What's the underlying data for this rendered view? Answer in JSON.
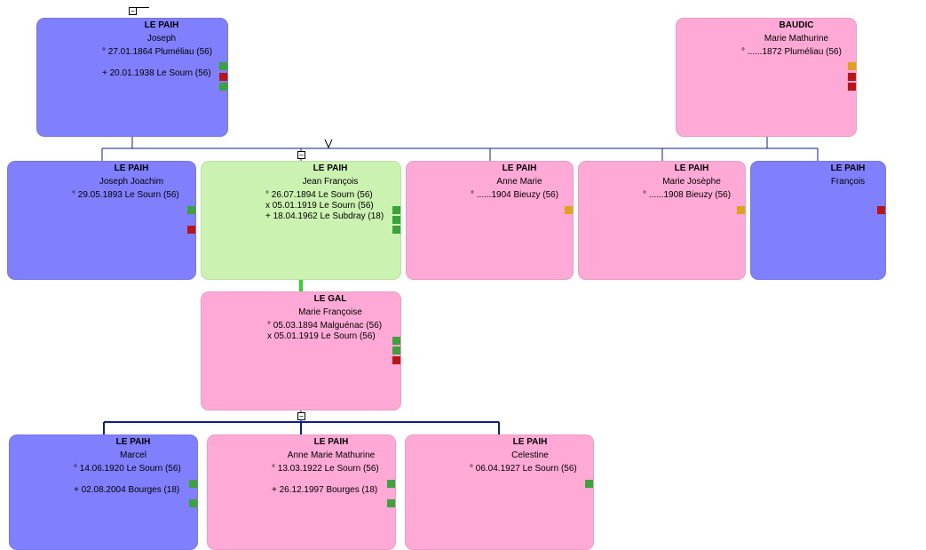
{
  "colors": {
    "male": "#8080ff",
    "female": "#ffaad6",
    "focus": "#ccf2b2",
    "link": "#0d1f8a",
    "marriage_link": "#22dd22",
    "mark_green": "#3aa33a",
    "mark_red": "#bb1414",
    "mark_orange": "#e3a019"
  },
  "toggle_symbol": "−",
  "people": [
    {
      "id": "joseph",
      "surname": "LE PAIH",
      "given": "Joseph",
      "sex": "male",
      "details": [
        "° 27.01.1864 Pluméliau (56)",
        "",
        "+ 20.01.1938 Le Sourn (56)"
      ],
      "marks": [
        "green",
        "red",
        "green"
      ]
    },
    {
      "id": "marie-mathurine",
      "surname": "BAUDIC",
      "given": "Marie Mathurine",
      "sex": "female",
      "details": [
        "° ......1872 Pluméliau (56)"
      ],
      "marks": [
        "orange",
        "red",
        "red"
      ]
    },
    {
      "id": "joseph-joachim",
      "surname": "LE PAIH",
      "given": "Joseph Joachim",
      "sex": "male",
      "details": [
        "° 29.05.1893 Le Sourn (56)"
      ],
      "marks": [
        "green",
        "",
        "red"
      ]
    },
    {
      "id": "jean-francois",
      "surname": "LE PAIH",
      "given": "Jean François",
      "sex": "focus",
      "details": [
        "° 26.07.1894 Le Sourn (56)",
        "x 05.01.1919 Le Sourn (56)",
        "+ 18.04.1962 Le Subdray (18)"
      ],
      "marks": [
        "green",
        "green",
        "green"
      ]
    },
    {
      "id": "anne-marie",
      "surname": "LE PAIH",
      "given": "Anne Marie",
      "sex": "female",
      "details": [
        "° ......1904 Bieuzy (56)"
      ],
      "marks": [
        "orange"
      ]
    },
    {
      "id": "marie-josephe",
      "surname": "LE PAIH",
      "given": "Marie Josèphe",
      "sex": "female",
      "details": [
        "° ......1908 Bieuzy (56)"
      ],
      "marks": [
        "orange"
      ]
    },
    {
      "id": "francois",
      "surname": "LE PAIH",
      "given": "François",
      "sex": "male",
      "details": [],
      "marks": [
        "red"
      ]
    },
    {
      "id": "marie-francoise",
      "surname": "LE GAL",
      "given": "Marie Françoise",
      "sex": "female",
      "details": [
        "° 05.03.1894 Malguénac (56)",
        "x 05.01.1919 Le Sourn (56)"
      ],
      "marks": [
        "green",
        "green",
        "red"
      ]
    },
    {
      "id": "marcel",
      "surname": "LE PAIH",
      "given": "Marcel",
      "sex": "male",
      "details": [
        "° 14.06.1920 Le Sourn (56)",
        "",
        "+ 02.08.2004 Bourges (18)"
      ],
      "marks": [
        "green",
        "",
        "green"
      ]
    },
    {
      "id": "anne-marie-mathurine",
      "surname": "LE PAIH",
      "given": "Anne Marie Mathurine",
      "sex": "female",
      "details": [
        "° 13.03.1922 Le Sourn (56)",
        "",
        "+ 26.12.1997 Bourges (18)"
      ],
      "marks": [
        "green",
        "",
        "green"
      ]
    },
    {
      "id": "celestine",
      "surname": "LE PAIH",
      "given": "Celestine",
      "sex": "female",
      "details": [
        "° 06.04.1927 Le Sourn (56)"
      ],
      "marks": [
        "green"
      ]
    }
  ]
}
